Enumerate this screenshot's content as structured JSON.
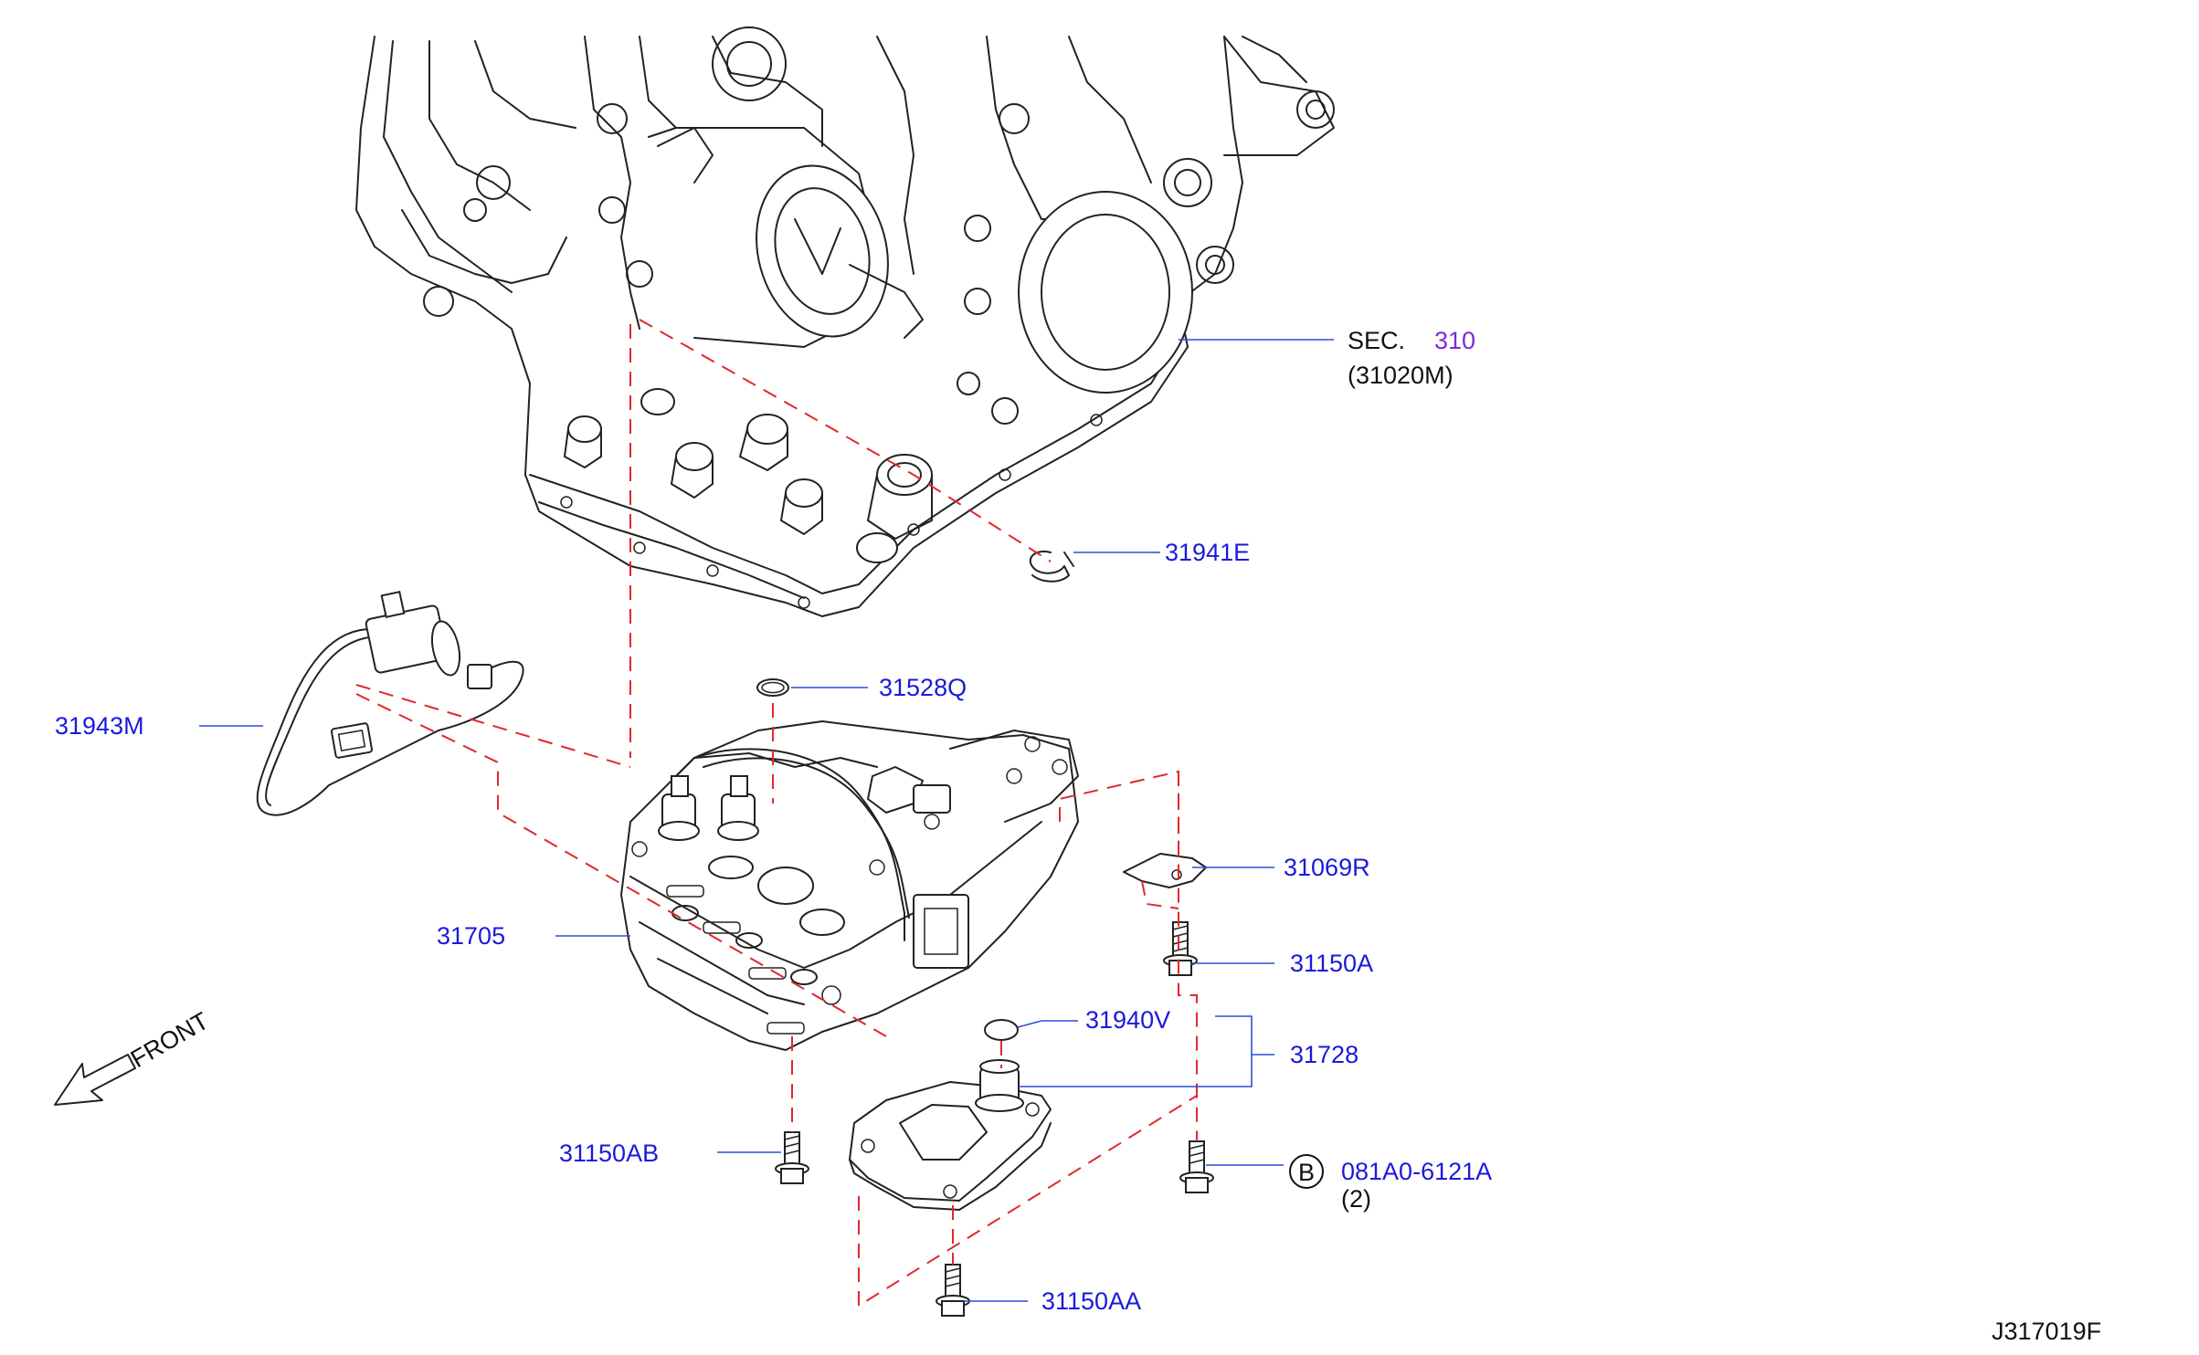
{
  "colors": {
    "part_number": "#1a1adc",
    "section_ref": "#7a2bd6",
    "callout_text": "#111111",
    "assembly_line": "#e0282e",
    "leader": "#2a4fd6",
    "linework": "#222222"
  },
  "labels": {
    "sec": "SEC.",
    "sec_number": "310",
    "sec_part": "(31020M)",
    "p31941E": "31941E",
    "p31528Q": "31528Q",
    "p31943M": "31943M",
    "p31069R": "31069R",
    "p31705": "31705",
    "p31150A": "31150A",
    "p31940V": "31940V",
    "p31728": "31728",
    "p31150AB": "31150AB",
    "bolt_ref_letter": "B",
    "bolt_ref_number": "081A0-6121A",
    "bolt_qty": "(2)",
    "p31150AA": "31150AA",
    "front": "FRONT",
    "diagram_id": "J317019F"
  },
  "icons": {
    "front_arrow": "front-arrow-icon",
    "bolt_ref_circle": "circled-letter-icon"
  }
}
